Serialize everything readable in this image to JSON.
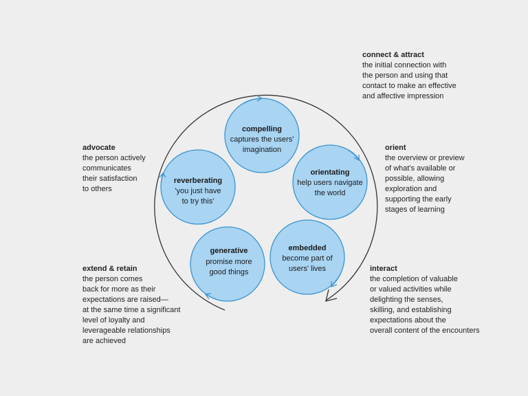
{
  "nodes": [
    {
      "id": "compelling",
      "title": "compelling",
      "lines": [
        "captures the users'",
        "imagination"
      ]
    },
    {
      "id": "orientating",
      "title": "orientating",
      "lines": [
        "help users navigate",
        "the world"
      ]
    },
    {
      "id": "embedded",
      "title": "embedded",
      "lines": [
        "become part of",
        "users' lives"
      ]
    },
    {
      "id": "generative",
      "title": "generative",
      "lines": [
        "promise more",
        "good things"
      ]
    },
    {
      "id": "reverberating",
      "title": "reverberating",
      "lines": [
        "'you just have",
        "to try this'"
      ]
    }
  ],
  "notes": {
    "connect": {
      "title": "connect & attract",
      "lines": [
        "the initial connection with",
        "the person and using that",
        "contact to make an effective",
        "and affective impression"
      ]
    },
    "orient": {
      "title": "orient",
      "lines": [
        "the overview or preview",
        "of what's available or",
        "possible, allowing",
        "exploration and",
        "supporting the early",
        "stages of learning"
      ]
    },
    "interact": {
      "title": "interact",
      "lines": [
        "the completion of valuable",
        "or valued activities while",
        "delighting the senses,",
        "skilling, and establishing",
        "expectations about the",
        "overall content of the encounters"
      ]
    },
    "extend": {
      "title": "extend & retain",
      "lines": [
        "the person comes",
        "back for more as their",
        "expectations are raised—",
        "at the same time a significant",
        "level of loyalty and",
        "leverageable relationships",
        "are achieved"
      ]
    },
    "advocate": {
      "title": "advocate",
      "lines": [
        "the person actively",
        "communicates",
        "their satisfaction",
        "to others"
      ]
    }
  },
  "colors": {
    "background": "#eeeeee",
    "node_fill": "#a9d4f2",
    "node_stroke": "#3a93cf",
    "ring": "#333333"
  }
}
